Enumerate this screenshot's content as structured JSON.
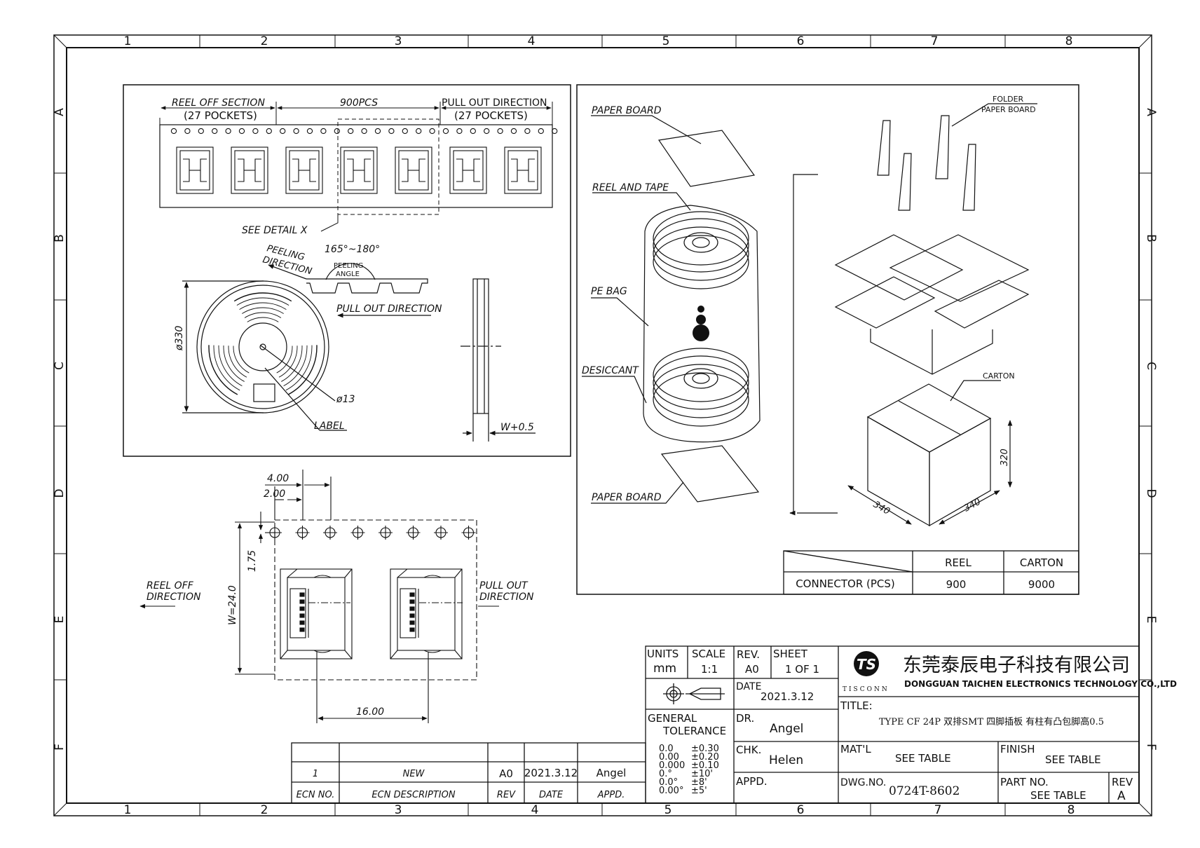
{
  "grid": {
    "cols": [
      "1",
      "2",
      "3",
      "4",
      "5",
      "6",
      "7",
      "8"
    ],
    "rows": [
      "A",
      "B",
      "C",
      "D",
      "E",
      "F"
    ]
  },
  "reel_view": {
    "reel_off_section": "REEL OFF SECTION",
    "reel_off_pockets": "(27 POCKETS)",
    "qty": "900PCS",
    "pull_out_direction": "PULL OUT DIRECTION",
    "pull_out_pockets": "(27 POCKETS)",
    "see_detail": "SEE DETAIL X",
    "peeling_direction_1": "PEELING",
    "peeling_direction_2": "DIRECTION",
    "peeling_angle_range": "165°~180°",
    "peeling_angle_1": "PEELING",
    "peeling_angle_2": "ANGLE",
    "pull_out_direction_2": "PULL OUT DIRECTION",
    "diameter": "ø330",
    "hub": "ø13",
    "label": "LABEL",
    "width": "W+0.5"
  },
  "packing_view": {
    "paper_board_top": "PAPER BOARD",
    "reel_and_tape": "REEL AND TAPE",
    "pe_bag": "PE BAG",
    "desiccant": "DESICCANT",
    "paper_board_bottom": "PAPER BOARD",
    "folder_1": "FOLDER",
    "folder_2": "PAPER BOARD",
    "carton": "CARTON",
    "dim_w": "340",
    "dim_d": "340",
    "dim_h": "320"
  },
  "qty_table": {
    "col_reel": "REEL",
    "col_carton": "CARTON",
    "row_label": "CONNECTOR (PCS)",
    "reel_qty": "900",
    "carton_qty": "9000"
  },
  "detail_x": {
    "pitch_4": "4.00",
    "pitch_2": "2.00",
    "offset": "1.75",
    "width": "W=24.0",
    "pocket_pitch": "16.00",
    "reel_off_1": "REEL OFF",
    "reel_off_2": "DIRECTION",
    "pull_out_1": "PULL OUT",
    "pull_out_2": "DIRECTION"
  },
  "revision_table": {
    "row_ecn": "1",
    "row_desc": "NEW",
    "row_rev": "A0",
    "row_date": "2021.3.12",
    "row_appd": "Angel",
    "h_ecn": "ECN NO.",
    "h_desc": "ECN  DESCRIPTION",
    "h_rev": "REV",
    "h_date": "DATE",
    "h_appd": "APPD."
  },
  "title_block": {
    "units_label": "UNITS",
    "units": "mm",
    "scale_label": "SCALE",
    "scale": "1:1",
    "rev_label": "REV.",
    "rev": "A0",
    "sheet_label": "SHEET",
    "sheet": "1 OF 1",
    "date_label": "DATE",
    "date": "2021.3.12",
    "general_1": "GENERAL",
    "general_2": "TOLERANCE",
    "tol_rows": [
      {
        "k": "0.0",
        "v": "±0.30"
      },
      {
        "k": "0.00",
        "v": "±0.20"
      },
      {
        "k": "0.000",
        "v": "±0.10"
      },
      {
        "k": "0.°",
        "v": "±10'"
      },
      {
        "k": "0.0°",
        "v": "±8'"
      },
      {
        "k": "0.00°",
        "v": "±5'"
      }
    ],
    "dr_label": "DR.",
    "dr": "Angel",
    "chk_label": "CHK.",
    "chk": "Helen",
    "appd_label": "APPD.",
    "company_cn": "东莞泰辰电子科技有限公司",
    "company_en": "DONGGUAN TAICHEN ELECTRONICS TECHNOLOGY CO.,LTD",
    "logo_text": "TISCONN",
    "logo_mark": "TS",
    "title_label": "TITLE:",
    "title": "TYPE CF 24P 双排SMT 四脚插板 有柱有凸包脚高0.5",
    "matl_label": "MAT'L",
    "matl": "SEE TABLE",
    "finish_label": "FINISH",
    "finish": "SEE TABLE",
    "dwg_label": "DWG.NO.",
    "dwg": "0724T-8602",
    "part_label": "PART NO.",
    "part": "SEE TABLE",
    "revb_label": "REV",
    "revb": "A"
  }
}
